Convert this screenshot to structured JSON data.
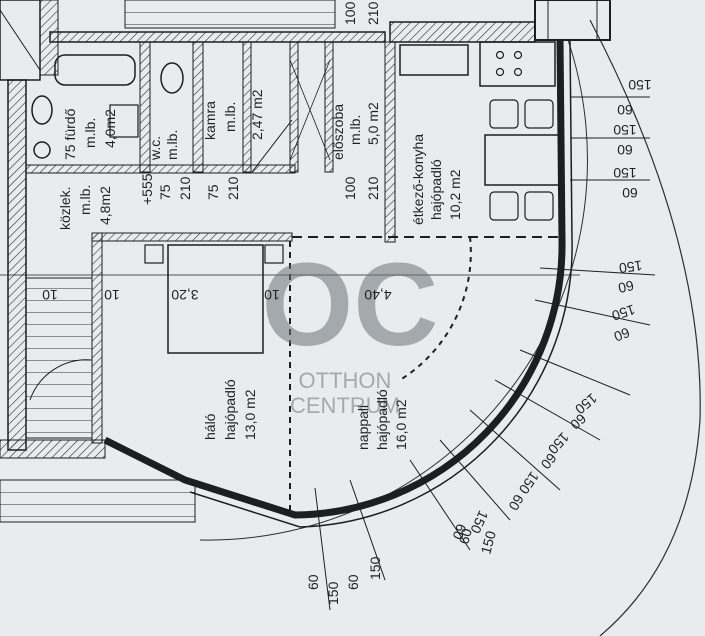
{
  "watermark": {
    "monogram": "OC",
    "line1": "OTTHON",
    "line2": "CENTRUM"
  },
  "rooms": {
    "kozlekedo": [
      "közlek.",
      "m.lb.",
      "4,8m2"
    ],
    "furdo": [
      "75 fürdő",
      "m.lb.",
      "4,0m2"
    ],
    "wc": [
      "w.c.",
      "m.lb.",
      "75"
    ],
    "kamra": [
      "kamra",
      "m.lb.",
      "2,47 m2"
    ],
    "eloszoba": [
      "előszoba",
      "m.lb.",
      "5,0 m2"
    ],
    "etkezo": [
      "étkező-konyha",
      "hajópadló",
      "10,2 m2"
    ],
    "halo": [
      "háló",
      "hajópadló",
      "13,0 m2"
    ],
    "nappali": [
      "nappali",
      "hajópadló",
      "16,0 m2"
    ]
  },
  "dims": {
    "wc_h": "210",
    "kamra_w": "75",
    "kamra_h": "210",
    "elo_w": "100",
    "elo_h": "210",
    "top_w": "100",
    "top_h": "210",
    "mark_555": "+555",
    "stair_gap": "10",
    "gap_a": "10",
    "halo_w": "3,20",
    "gap_b": "10",
    "nappali_w": "4,40",
    "right_win": [
      "150",
      "60",
      "150",
      "60",
      "150",
      "60"
    ],
    "curve_win_1": [
      "150",
      "60",
      "150",
      "60"
    ],
    "curve_win_2": [
      "150",
      "60",
      "150",
      "60"
    ],
    "curve_win_3": [
      "150",
      "60",
      "150",
      "60"
    ],
    "bottom_win": [
      "60",
      "150",
      "60",
      "150"
    ],
    "bottom_win_2": [
      "60",
      "150"
    ]
  }
}
